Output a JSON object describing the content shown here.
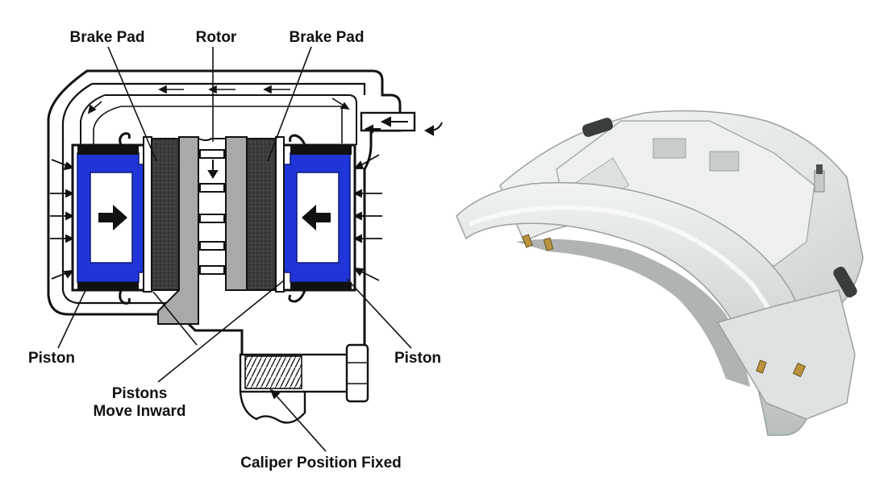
{
  "diagram": {
    "labels": {
      "brake_pad_left": "Brake Pad",
      "rotor": "Rotor",
      "brake_pad_right": "Brake Pad",
      "piston_left": "Piston",
      "piston_right": "Piston",
      "pistons_move_line1": "Pistons",
      "pistons_move_line2": "Move Inward",
      "caliper_fixed": "Caliper Position Fixed"
    },
    "colors": {
      "piston_blue": "#1f35d8",
      "pad_dark": "#3b3b3b",
      "rotor_gray": "#a9a9a9",
      "line_black": "#111111",
      "caliper_photo_white": "#e6e8e8"
    },
    "icons": [
      "arrow-right-icon",
      "arrow-left-icon",
      "fluid-inlet-arrow-icon"
    ]
  }
}
